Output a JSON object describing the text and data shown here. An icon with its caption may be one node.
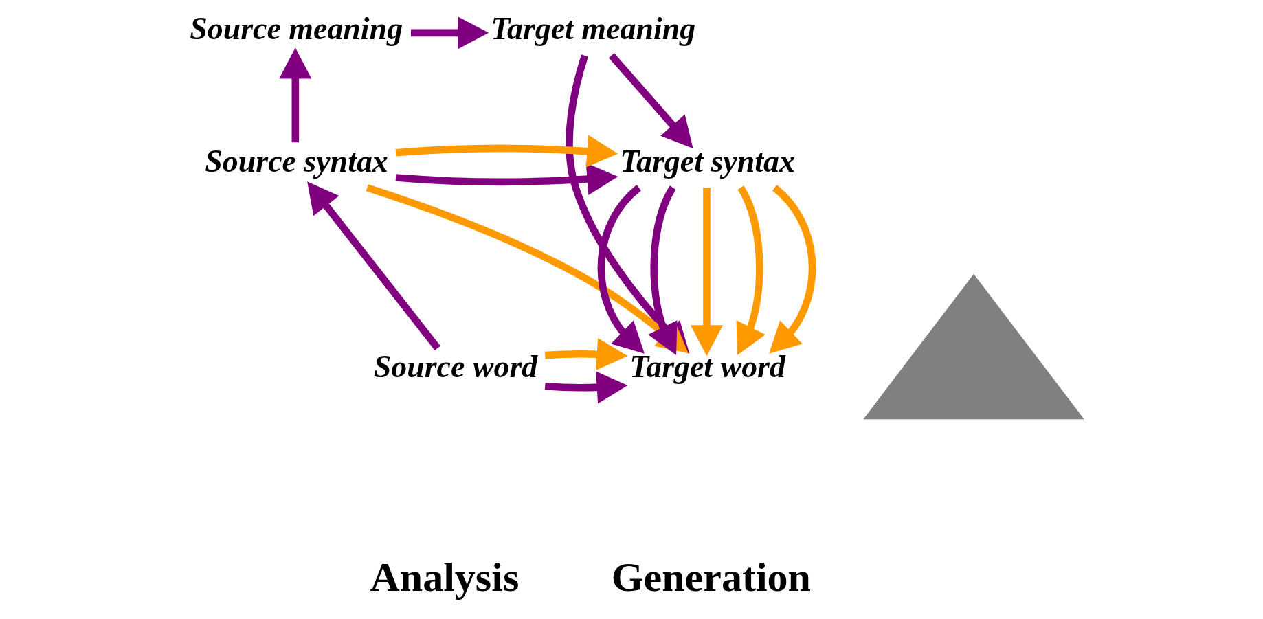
{
  "diagram": {
    "nodes": [
      {
        "text": [
          "Source meaning"
        ]
      },
      {
        "text": [
          "Target meaning"
        ]
      },
      {
        "text": [
          "Source syntax"
        ]
      },
      {
        "text": [
          "Target syntax"
        ]
      },
      {
        "text": [
          "Source word"
        ]
      },
      {
        "text": [],
        "shape": "triangle"
      },
      {
        "text": [
          "Target word"
        ]
      }
    ],
    "edges": [
      {
        "from": 4,
        "to": 2,
        "arrow": "to"
      },
      {
        "from": 2,
        "to": 0,
        "arrow": "to"
      },
      {
        "from": 0,
        "to": 1,
        "arrow": "to"
      },
      {
        "from": 1,
        "to": 3,
        "arrow": "to"
      },
      {
        "from": 1,
        "to": 6,
        "arrow": "to"
      },
      {
        "from": 2,
        "to": 3,
        "arrow": "to"
      },
      {
        "from": 2,
        "to": 3,
        "arrow": "to",
        "color": "#ff9900"
      },
      {
        "from": 2,
        "to": 6,
        "arrow": "to",
        "color": "#ff9900"
      },
      {
        "from": 3,
        "to": 6,
        "arrow": "to"
      },
      {
        "from": 3,
        "to": 6,
        "arrow": "to"
      },
      {
        "from": 3,
        "to": 6,
        "arrow": "to",
        "color": "#ff9900"
      },
      {
        "from": 3,
        "to": 6,
        "arrow": "to",
        "color": "#ff9900"
      },
      {
        "from": 3,
        "to": 6,
        "arrow": "to",
        "color": "#ff9900"
      },
      {
        "from": 4,
        "to": 6,
        "arrow": "to"
      },
      {
        "from": 4,
        "to": 6,
        "arrow": "to",
        "color": "#ff9900"
      }
    ],
    "labels": [
      "Analysis",
      "Generation"
    ]
  }
}
